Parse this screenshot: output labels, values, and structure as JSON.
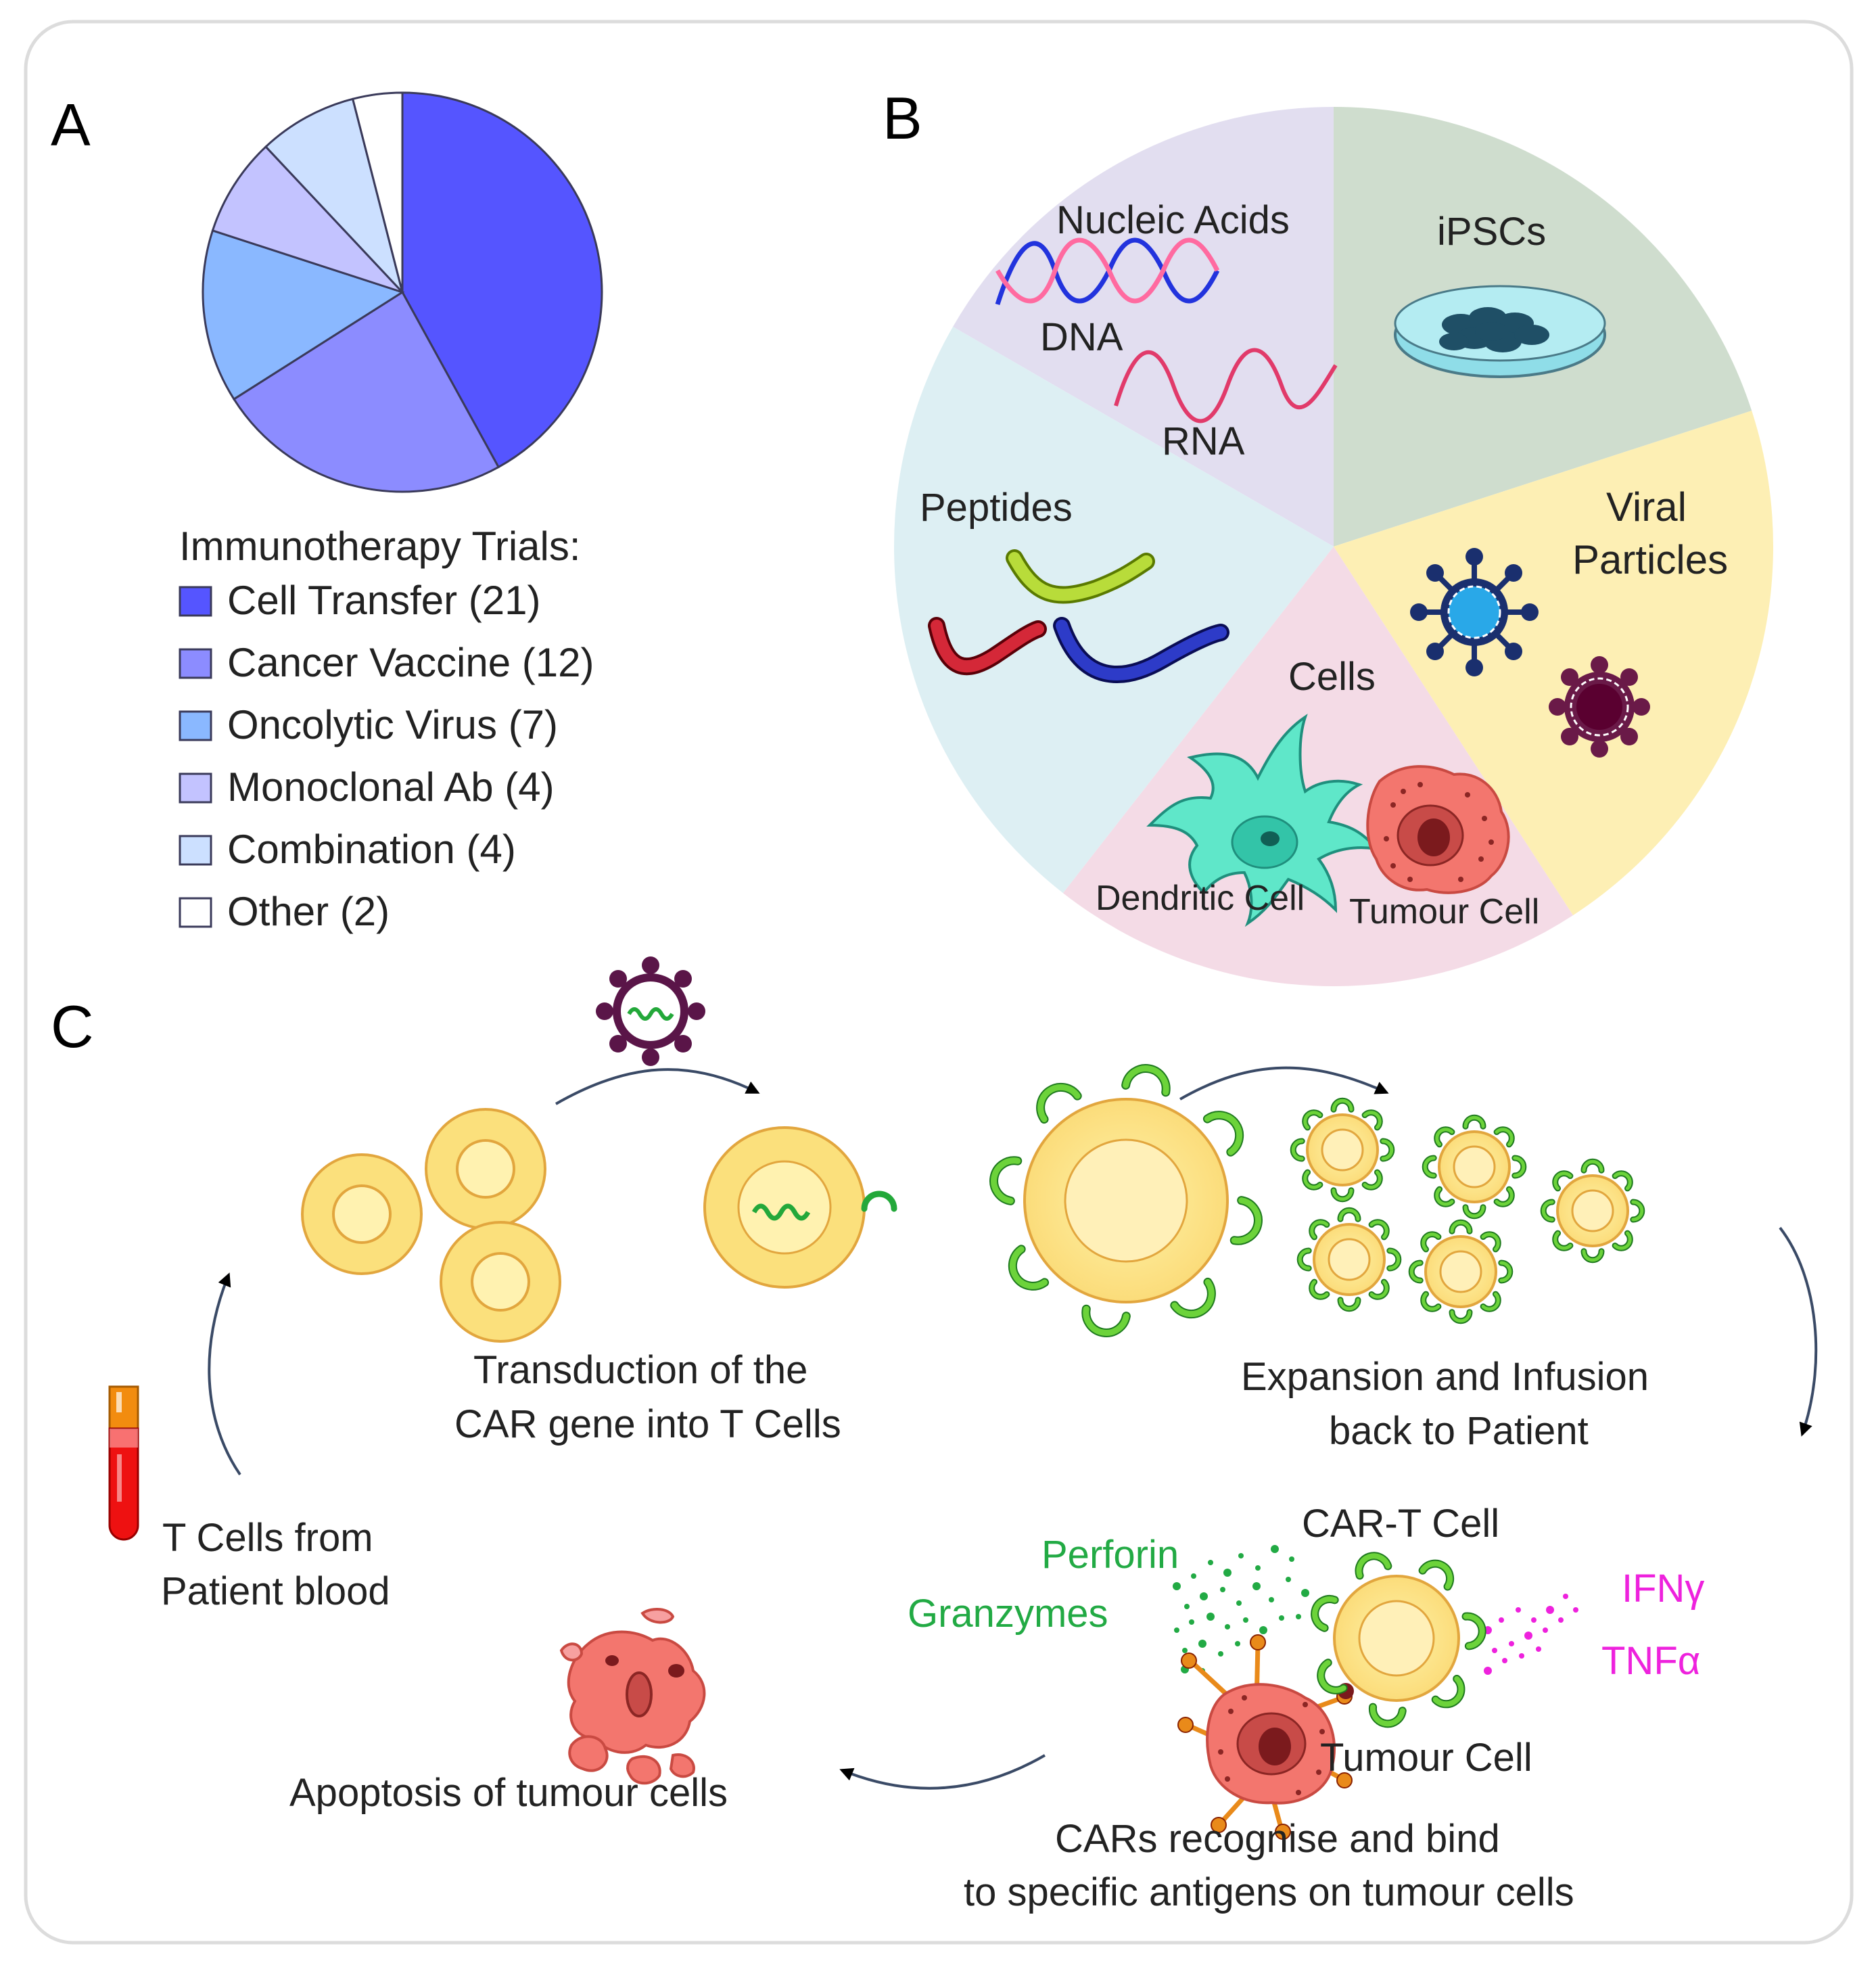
{
  "panels": {
    "a": {
      "letter": "A"
    },
    "b": {
      "letter": "B"
    },
    "c": {
      "letter": "C"
    }
  },
  "chart_data": {
    "type": "pie",
    "title": "",
    "legend_title": "Immunotherapy Trials:",
    "legend_position": "bottom",
    "slices": [
      {
        "label": "Cell Transfer (21)",
        "value": 21,
        "color": "#5555ff"
      },
      {
        "label": "Cancer Vaccine (12)",
        "value": 12,
        "color": "#8c8cff"
      },
      {
        "label": "Oncolytic Virus (7)",
        "value": 7,
        "color": "#8ab8ff"
      },
      {
        "label": "Monoclonal Ab (4)",
        "value": 4,
        "color": "#c3c3ff"
      },
      {
        "label": "Combination (4)",
        "value": 4,
        "color": "#cce0ff"
      },
      {
        "label": "Other (2)",
        "value": 2,
        "color": "#ffffff"
      }
    ]
  },
  "panel_b": {
    "segments": {
      "nucleic_acids": {
        "title": "Nucleic Acids",
        "dna": "DNA",
        "rna": "RNA",
        "color": "#e2def0"
      },
      "ipscs": {
        "title": "iPSCs",
        "color": "#cfddce"
      },
      "viral": {
        "line1": "Viral",
        "line2": "Particles",
        "color": "#fdefb4"
      },
      "cells": {
        "title": "Cells",
        "dendritic": "Dendritic Cell",
        "tumour": "Tumour Cell",
        "color": "#f4dbe6"
      },
      "peptides": {
        "title": "Peptides",
        "color": "#ddeff3"
      }
    }
  },
  "panel_c": {
    "transduction": {
      "line1": "Transduction  of the",
      "line2": "CAR gene into T Cells"
    },
    "expansion": {
      "line1": "Expansion  and Infusion",
      "line2": "back to Patient"
    },
    "tcells": {
      "line1": "T Cells from",
      "line2": "Patient blood"
    },
    "car_t": "CAR-T Cell",
    "perforin": "Perforin",
    "granzymes": "Granzymes",
    "ifn": "IFNγ",
    "tnf": "TNFα",
    "tumour": "Tumour  Cell",
    "recognise": {
      "line1": "CARs recognise and bind",
      "line2": "to specific antigens on tumour cells"
    },
    "apoptosis": "Apoptosis  of tumour  cells",
    "colors": {
      "secretion_green": "#22aa44",
      "cytokine_magenta": "#ee22dd",
      "arrow": "#3a4a66"
    }
  }
}
